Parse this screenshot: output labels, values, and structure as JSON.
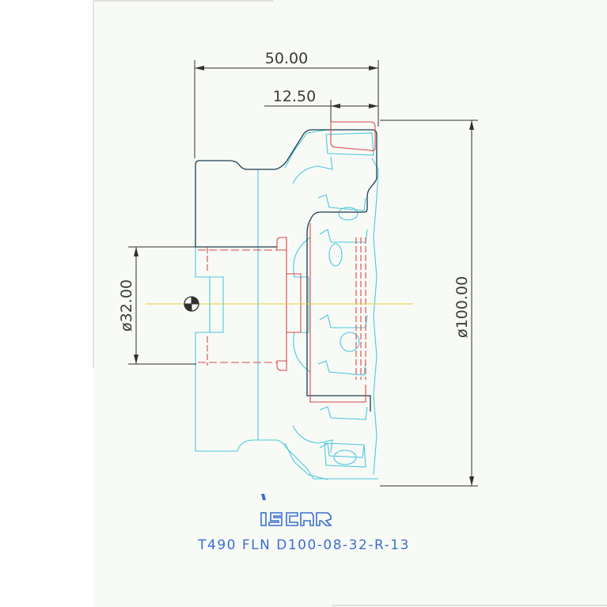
{
  "drawing": {
    "dim_overall_length": "50.00",
    "dim_insert_offset": "12.50",
    "dim_bore_diameter": "ø32.00",
    "dim_cutter_diameter": "ø100.00",
    "part_number": "T490 FLN D100-08-32-R-13",
    "logo_text": "iscar"
  },
  "colors": {
    "background": "#f8faf6",
    "body_cyan": "#4cc8dc",
    "insert_red": "#d84848",
    "dimension": "#303030",
    "centerline": "#e8d040",
    "caption_blue": "#3a6fd0",
    "logo_blue": "#3a6fd0",
    "dark_outline": "#1c3c50"
  },
  "icons": [
    "center-mark-icon",
    "iscar-logo-icon"
  ]
}
